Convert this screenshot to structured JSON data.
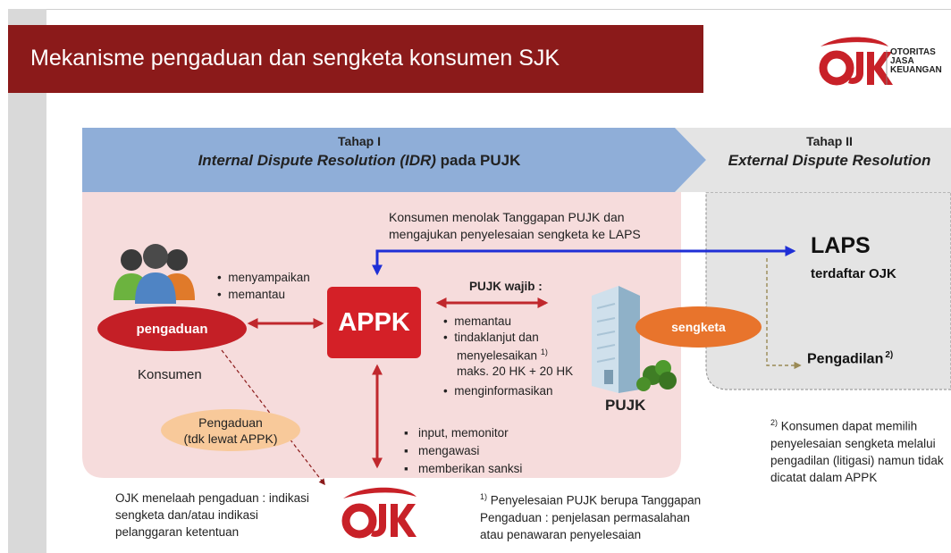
{
  "title": "Mekanisme pengaduan dan sengketa konsumen SJK",
  "logo": {
    "mark": "OJK",
    "words": [
      "OTORITAS",
      "JASA",
      "KEUANGAN"
    ]
  },
  "stage1": {
    "label": "Tahap I",
    "subtitle_italic": "Internal Dispute Resolution (IDR)",
    "subtitle_rest": " pada PUJK"
  },
  "stage2": {
    "label": "Tahap II",
    "subtitle": "External Dispute Resolution"
  },
  "reject_note": [
    "Konsumen menolak Tanggapan PUJK dan",
    "mengajukan  penyelesaian sengketa ke LAPS"
  ],
  "consumer": {
    "actions": [
      "menyampaikan",
      "memantau"
    ],
    "complaint_label": "pengaduan",
    "name": "Konsumen"
  },
  "appk": "APPK",
  "pujk_obligation": {
    "title": "PUJK wajib :",
    "items": [
      "memantau",
      "tindaklanjut dan",
      "menyelesaikan",
      "maks. 20 HK + 20 HK",
      "menginformasikan"
    ],
    "footnote_mark": "1)"
  },
  "pujk_name": "PUJK",
  "dispute_label": "sengketa",
  "laps": {
    "title": "LAPS",
    "subtitle": "terdaftar OJK"
  },
  "court": {
    "label": "Pengadilan",
    "mark": "2)"
  },
  "direct_complaint": [
    "Pengaduan",
    "(tdk lewat APPK)"
  ],
  "ojk_actions": [
    "input, memonitor",
    "mengawasi",
    "memberikan sanksi"
  ],
  "ojk_review": [
    "OJK menelaah pengaduan : indikasi",
    "sengketa dan/atau indikasi",
    "pelanggaran ketentuan"
  ],
  "footnote1": {
    "mark": "1)",
    "lines": [
      " Penyelesaian PUJK berupa Tanggapan",
      "Pengaduan : penjelasan permasalahan",
      "atau penawaran penyelesaian"
    ]
  },
  "footnote2": {
    "mark": "2)",
    "lines": [
      " Konsumen dapat memilih",
      "penyelesaian sengketa melalui",
      "pengadilan (litigasi) namun tidak",
      "dicatat dalam APPK"
    ]
  },
  "colors": {
    "brand_red": "#8b1a1a",
    "appk_red": "#d42027",
    "arrow_red": "#c0282d",
    "arrow_blue": "#1f2fd6",
    "stage1_blue": "#8faed8",
    "stage2_gray": "#e4e4e4",
    "idr_pink": "#f6dcdc",
    "ellipse_orange": "#e8742c",
    "ellipse_peach": "#f8c99a"
  },
  "icons": [
    "people-group-icon",
    "office-building-icon",
    "ojk-logo-icon"
  ]
}
